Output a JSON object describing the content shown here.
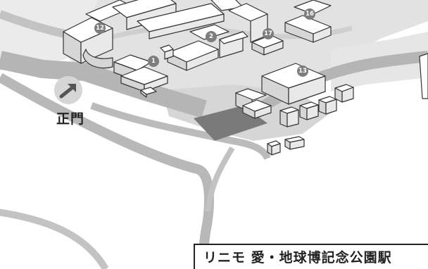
{
  "map": {
    "gate_label": "正門",
    "station_label": "リニモ 愛・地球博記念公園駅",
    "building_markers": [
      "12",
      "16",
      "2",
      "17",
      "1",
      "13"
    ]
  },
  "colors": {
    "road": "#b9b9b9",
    "ground": "#e6e6e6",
    "plaza": "#d4d4d4",
    "parking": "#7a7a7a",
    "marker": "#7d7d7d",
    "gate_marker": "#d6d6d6",
    "gate_arrow": "#555555"
  },
  "icons": {
    "gate": "arrow-up-right-icon"
  }
}
